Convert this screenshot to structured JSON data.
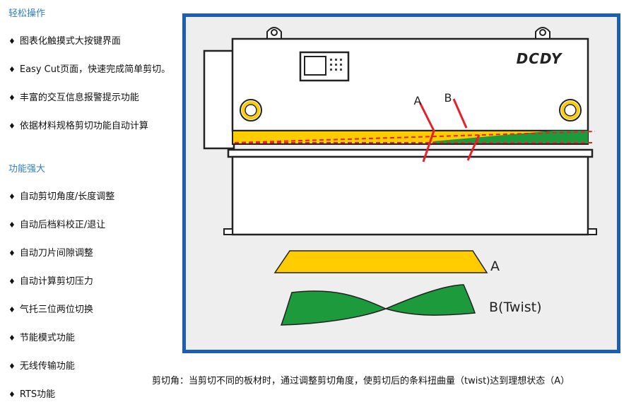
{
  "sections": [
    {
      "title": "轻松操作",
      "items": [
        "图表化触摸式大按键界面",
        "Easy Cut页面，快速完成简单剪切。",
        "丰富的交互信息报警提示功能",
        "依据材料规格剪切功能自动计算"
      ]
    },
    {
      "title": "功能强大",
      "items": [
        "自动剪切角度/长度调整",
        "自动后档料校正/退让",
        "自动刀片间隙调整",
        "自动计算剪切压力",
        "气托三位两位切换",
        "节能模式功能",
        "无线传输功能",
        "RTS功能"
      ]
    }
  ],
  "bullet_char": "♦",
  "diagram": {
    "brand": "DCDY",
    "line_a_label": "A",
    "line_b_label": "B",
    "shape_a_label": "A",
    "shape_b_label": "B(Twist)",
    "colors": {
      "frame_border": "#1a5fb4",
      "panel_bg": "#eeeeee",
      "yellow": "#ffcc00",
      "green": "#1c9a3c",
      "red": "#e8202a",
      "outline": "#222222"
    }
  },
  "caption": "剪切角：当剪切不同的板材时，通过调整剪切角度，使剪切后的条料扭曲量（twist)达到理想状态（A）"
}
